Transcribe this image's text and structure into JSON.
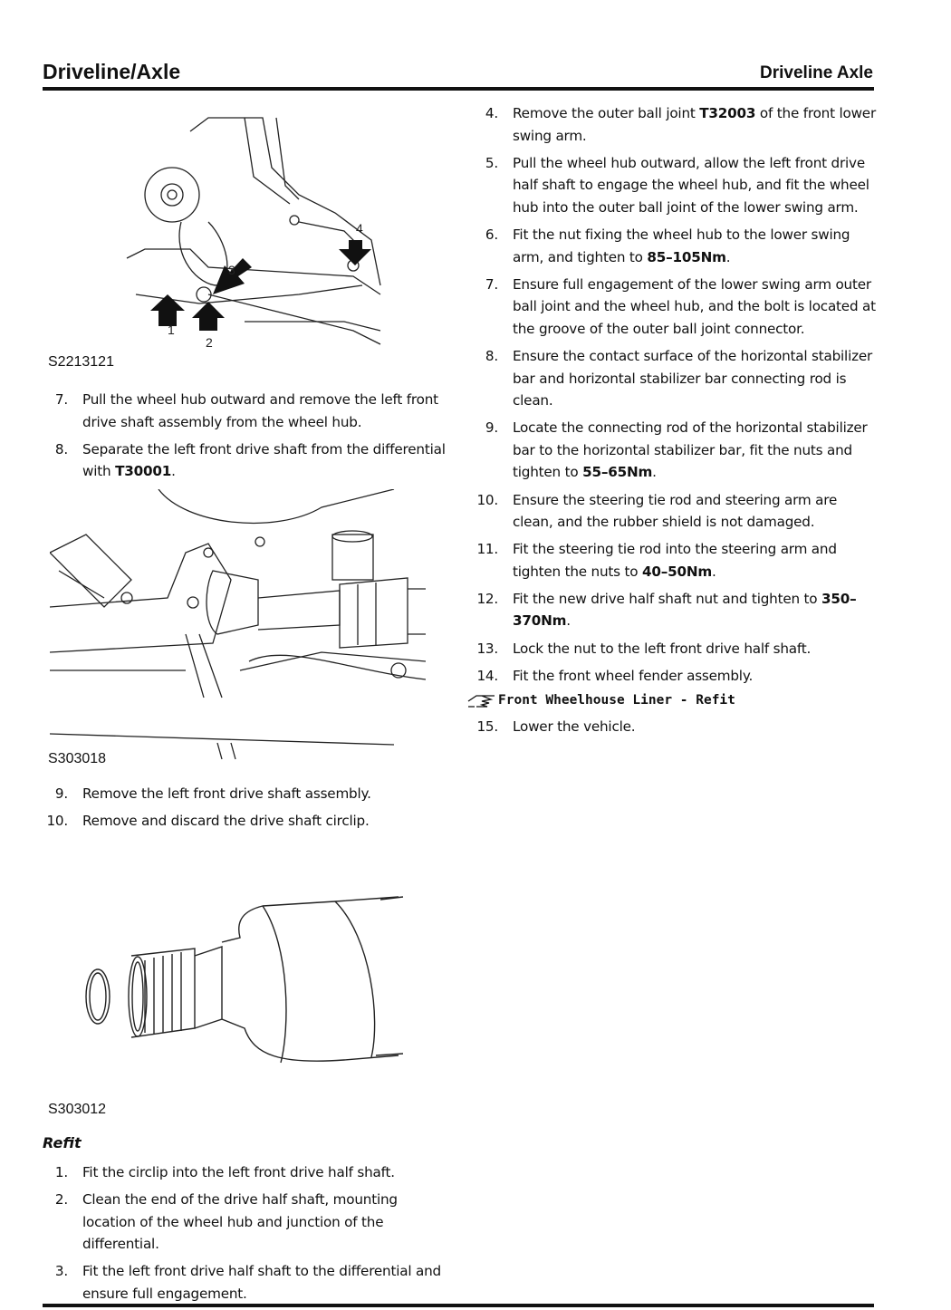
{
  "header": {
    "left_title": "Driveline/Axle",
    "right_title": "Driveline Axle"
  },
  "figures": {
    "fig1": {
      "caption": "S2213121",
      "callouts": [
        "1",
        "2",
        "3",
        "4"
      ]
    },
    "fig2": {
      "caption": "S303018"
    },
    "fig3": {
      "caption": "S303012"
    }
  },
  "left_steps_a": [
    {
      "num": "7.",
      "pre": "Pull the wheel hub outward and remove the left front drive shaft assembly from the wheel hub.",
      "bold": "",
      "post": ""
    },
    {
      "num": "8.",
      "pre": "Separate the left front drive shaft from the differential with ",
      "bold": "T30001",
      "post": "."
    }
  ],
  "left_steps_b": [
    {
      "num": "9.",
      "pre": "Remove the left front drive shaft assembly.",
      "bold": "",
      "post": ""
    },
    {
      "num": "10.",
      "pre": "Remove and discard the drive shaft circlip.",
      "bold": "",
      "post": ""
    }
  ],
  "refit": {
    "heading": "Refit",
    "steps": [
      {
        "num": "1.",
        "pre": "Fit the circlip into the left front drive half shaft.",
        "bold": "",
        "post": ""
      },
      {
        "num": "2.",
        "pre": "Clean the end of the drive half shaft, mounting location of the wheel hub and junction of the differential.",
        "bold": "",
        "post": ""
      },
      {
        "num": "3.",
        "pre": "Fit the left front drive half shaft to the differential and ensure full engagement.",
        "bold": "",
        "post": ""
      }
    ]
  },
  "right_steps": [
    {
      "num": "4.",
      "pre": "Remove the outer ball joint ",
      "bold": "T32003",
      "post": " of the front lower swing arm."
    },
    {
      "num": "5.",
      "pre": "Pull the wheel hub outward, allow the left front drive half shaft to engage the wheel hub, and fit the wheel hub into the outer ball joint of the lower swing arm.",
      "bold": "",
      "post": ""
    },
    {
      "num": "6.",
      "pre": "Fit the nut fixing the wheel hub to the lower swing arm, and tighten to ",
      "bold": "85–105Nm",
      "post": "."
    },
    {
      "num": "7.",
      "pre": "Ensure full engagement of the lower swing arm outer ball joint and the wheel hub, and the bolt is located at the groove of the outer ball joint connector.",
      "bold": "",
      "post": ""
    },
    {
      "num": "8.",
      "pre": "Ensure the contact surface of the horizontal stabilizer bar and horizontal stabilizer bar connecting rod is clean.",
      "bold": "",
      "post": ""
    },
    {
      "num": "9.",
      "pre": "Locate the connecting rod of the horizontal stabilizer bar to the horizontal stabilizer bar, fit the nuts and tighten to ",
      "bold": "55–65Nm",
      "post": "."
    },
    {
      "num": "10.",
      "pre": "Ensure the steering tie rod and steering arm are clean, and the rubber shield is not damaged.",
      "bold": "",
      "post": ""
    },
    {
      "num": "11.",
      "pre": "Fit the steering tie rod into the steering arm and tighten the nuts to ",
      "bold": "40–50Nm",
      "post": "."
    },
    {
      "num": "12.",
      "pre": "Fit the new drive half shaft nut and tighten to ",
      "bold": "350–370Nm",
      "post": "."
    },
    {
      "num": "13.",
      "pre": "Lock the nut to the left front drive half shaft.",
      "bold": "",
      "post": ""
    },
    {
      "num": "14.",
      "pre": "Fit the front wheel fender assembly.",
      "bold": "",
      "post": ""
    }
  ],
  "cross_reference": {
    "label": "Front Wheelhouse Liner - Refit",
    "icon": "pointing-hand-icon"
  },
  "right_steps_final": [
    {
      "num": "15.",
      "pre": "Lower the vehicle.",
      "bold": "",
      "post": ""
    }
  ]
}
